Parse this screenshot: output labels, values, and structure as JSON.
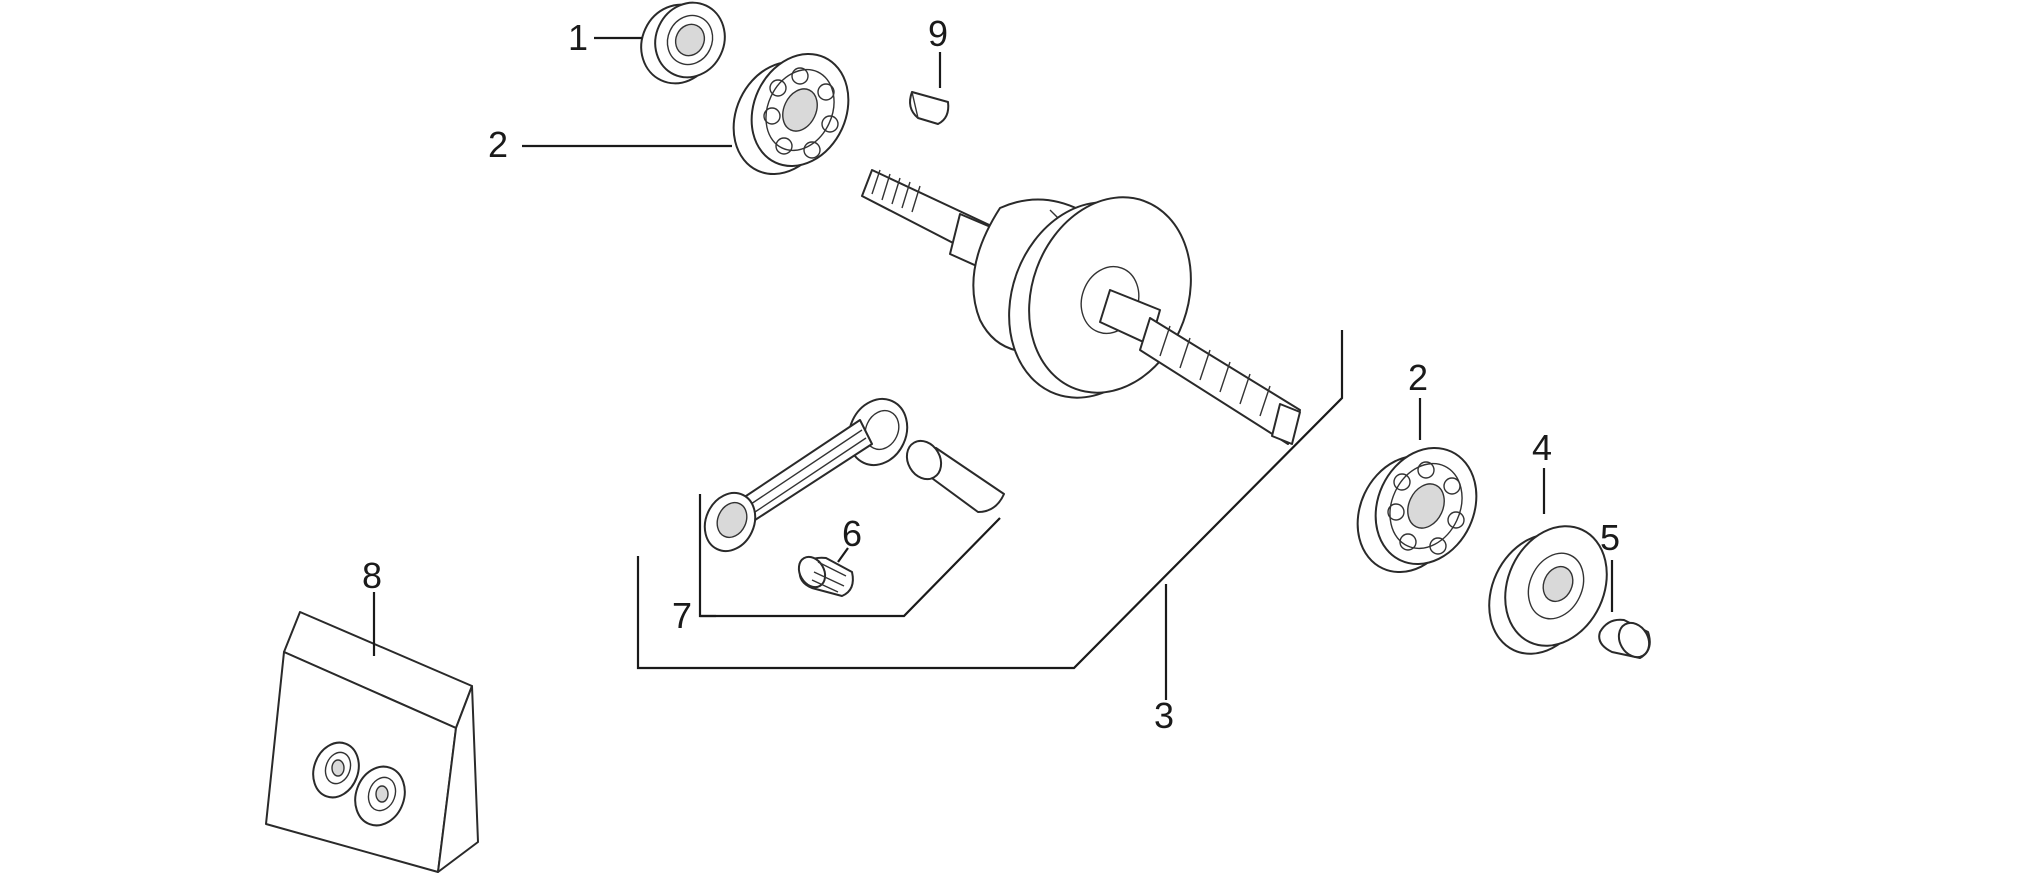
{
  "diagram": {
    "labels": {
      "p1": "1",
      "p2a": "2",
      "p2b": "2",
      "p3": "3",
      "p4": "4",
      "p5": "5",
      "p6": "6",
      "p7": "7",
      "p8": "8",
      "p9": "9"
    }
  }
}
